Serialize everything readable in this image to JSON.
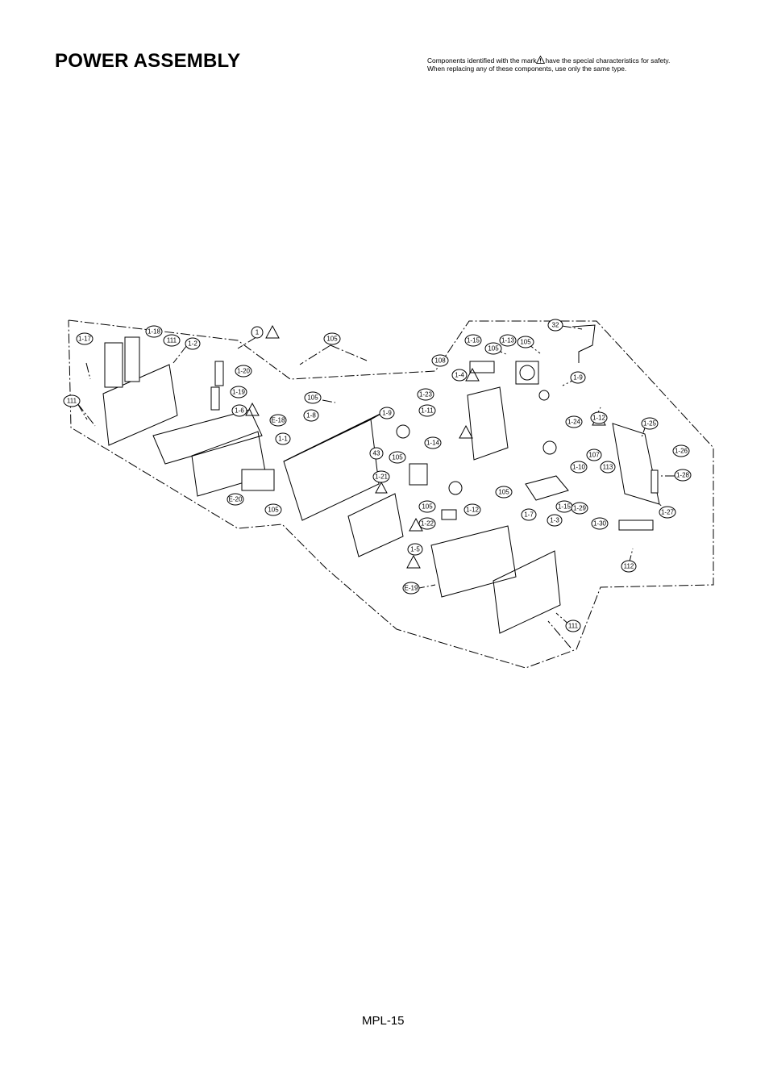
{
  "header": {
    "title": "POWER ASSEMBLY",
    "note_part1": "Components identified with the mark",
    "note_part2": "have the special characteristics for safety.",
    "note_line2": "When replacing any of these components, use only the same type."
  },
  "footer": {
    "page": "MPL-15"
  },
  "callouts": [
    {
      "id": "c-1-17",
      "label": "1-17"
    },
    {
      "id": "c-1-18",
      "label": "1-18"
    },
    {
      "id": "c-111a",
      "label": "111"
    },
    {
      "id": "c-1-2",
      "label": "1-2"
    },
    {
      "id": "c-111b",
      "label": "111"
    },
    {
      "id": "c-1-20",
      "label": "1-20"
    },
    {
      "id": "c-1-19",
      "label": "1-19"
    },
    {
      "id": "c-1-6",
      "label": "1-6"
    },
    {
      "id": "c-e-18",
      "label": "E-18"
    },
    {
      "id": "c-1",
      "label": "1"
    },
    {
      "id": "c-105a",
      "label": "105"
    },
    {
      "id": "c-105b",
      "label": "105"
    },
    {
      "id": "c-1-8",
      "label": "1-8"
    },
    {
      "id": "c-1-1",
      "label": "1-1"
    },
    {
      "id": "c-e-20",
      "label": "E-20"
    },
    {
      "id": "c-105c",
      "label": "105"
    },
    {
      "id": "c-43",
      "label": "43"
    },
    {
      "id": "c-1-9a",
      "label": "1-9"
    },
    {
      "id": "c-105d",
      "label": "105"
    },
    {
      "id": "c-1-21",
      "label": "1-21"
    },
    {
      "id": "c-105e",
      "label": "105"
    },
    {
      "id": "c-1-22",
      "label": "1-22"
    },
    {
      "id": "c-1-5",
      "label": "1-5"
    },
    {
      "id": "c-e-19",
      "label": "E-19"
    },
    {
      "id": "c-108",
      "label": "108"
    },
    {
      "id": "c-1-15a",
      "label": "1-15"
    },
    {
      "id": "c-105f",
      "label": "105"
    },
    {
      "id": "c-1-13",
      "label": "1-13"
    },
    {
      "id": "c-105g",
      "label": "105"
    },
    {
      "id": "c-32",
      "label": "32"
    },
    {
      "id": "c-1-4",
      "label": "1-4"
    },
    {
      "id": "c-1-23",
      "label": "1-23"
    },
    {
      "id": "c-1-11",
      "label": "1-11"
    },
    {
      "id": "c-1-14",
      "label": "1-14"
    },
    {
      "id": "c-105h",
      "label": "105"
    },
    {
      "id": "c-1-12a",
      "label": "1-12"
    },
    {
      "id": "c-1-9b",
      "label": "1-9"
    },
    {
      "id": "c-1-24",
      "label": "1-24"
    },
    {
      "id": "c-1-12b",
      "label": "1-12"
    },
    {
      "id": "c-107",
      "label": "107"
    },
    {
      "id": "c-1-10",
      "label": "1-10"
    },
    {
      "id": "c-1-7",
      "label": "1-7"
    },
    {
      "id": "c-1-3",
      "label": "1-3"
    },
    {
      "id": "c-1-15b",
      "label": "1-15"
    },
    {
      "id": "c-1-29",
      "label": "1-29"
    },
    {
      "id": "c-113",
      "label": "113"
    },
    {
      "id": "c-1-30",
      "label": "1-30"
    },
    {
      "id": "c-1-25",
      "label": "1-25"
    },
    {
      "id": "c-1-26",
      "label": "1-26"
    },
    {
      "id": "c-1-28",
      "label": "1-28"
    },
    {
      "id": "c-1-27",
      "label": "1-27"
    },
    {
      "id": "c-112",
      "label": "112"
    },
    {
      "id": "c-111c",
      "label": "111"
    }
  ]
}
